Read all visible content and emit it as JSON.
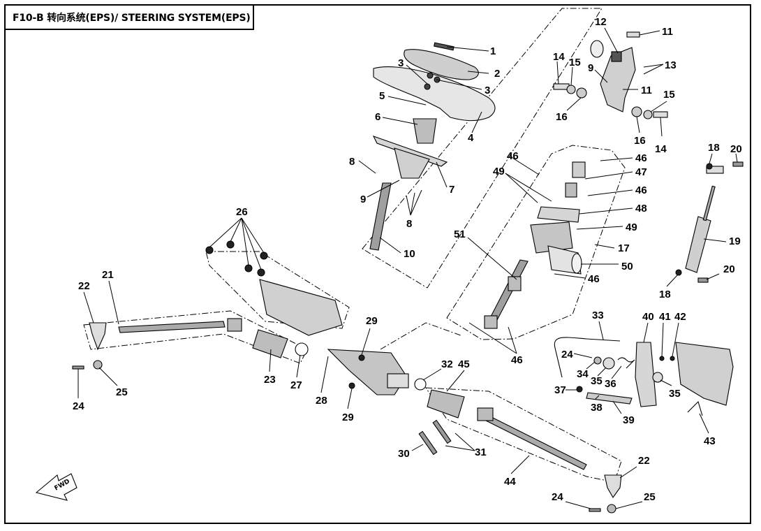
{
  "title": "F10-B 转向系统(EPS)/ STEERING SYSTEM(EPS)",
  "direction_marker": "FWD",
  "callouts": {
    "c1": "1",
    "c2": "2",
    "c3a": "3",
    "c3b": "3",
    "c4": "4",
    "c5": "5",
    "c6": "6",
    "c7": "7",
    "c8a": "8",
    "c8b": "8",
    "c9a": "9",
    "c9b": "9",
    "c10": "10",
    "c11a": "11",
    "c11b": "11",
    "c12": "12",
    "c13": "13",
    "c14a": "14",
    "c14b": "14",
    "c15a": "15",
    "c15b": "15",
    "c16a": "16",
    "c16b": "16",
    "c17": "17",
    "c18a": "18",
    "c18b": "18",
    "c19": "19",
    "c20a": "20",
    "c20b": "20",
    "c21": "21",
    "c22a": "22",
    "c22b": "22",
    "c23": "23",
    "c24a": "24",
    "c24b": "24",
    "c24c": "24",
    "c25a": "25",
    "c25b": "25",
    "c26": "26",
    "c27": "27",
    "c28": "28",
    "c29a": "29",
    "c29b": "29",
    "c30": "30",
    "c31": "31",
    "c32": "32",
    "c33": "33",
    "c34": "34",
    "c35a": "35",
    "c35b": "35",
    "c36": "36",
    "c37": "37",
    "c38": "38",
    "c39": "39",
    "c40": "40",
    "c41": "41",
    "c42": "42",
    "c43": "43",
    "c44": "44",
    "c45": "45",
    "c46a": "46",
    "c46b": "46",
    "c46c": "46",
    "c46d": "46",
    "c47": "47",
    "c48": "48",
    "c49a": "49",
    "c49b": "49",
    "c50": "50",
    "c51": "51"
  }
}
